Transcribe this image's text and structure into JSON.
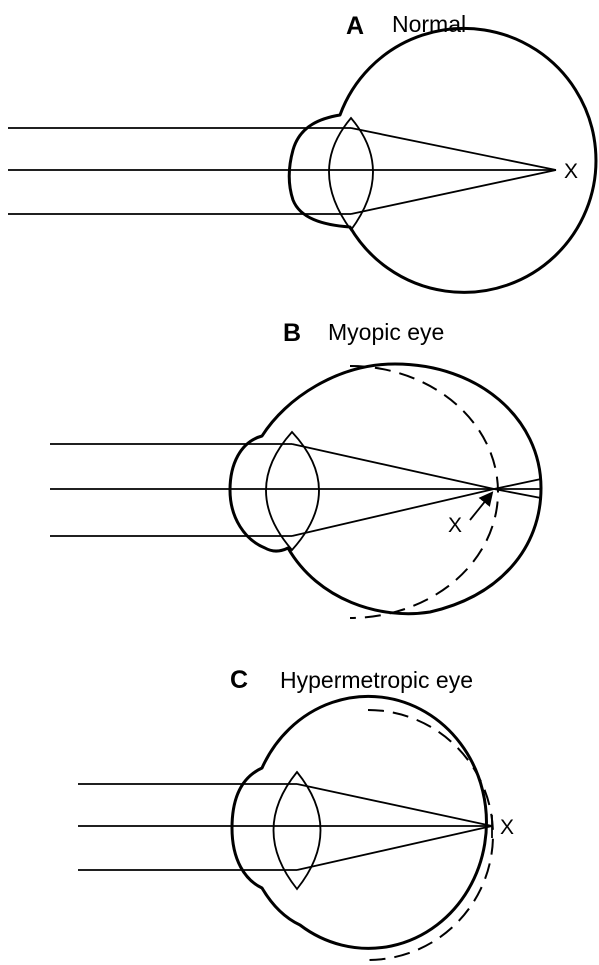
{
  "panels": [
    {
      "id": "a",
      "letter": "A",
      "title": "Normal",
      "marker": "X"
    },
    {
      "id": "b",
      "letter": "B",
      "title": "Myopic eye",
      "marker": "X"
    },
    {
      "id": "c",
      "letter": "C",
      "title": "Hypermetropic eye",
      "marker": "X"
    }
  ]
}
